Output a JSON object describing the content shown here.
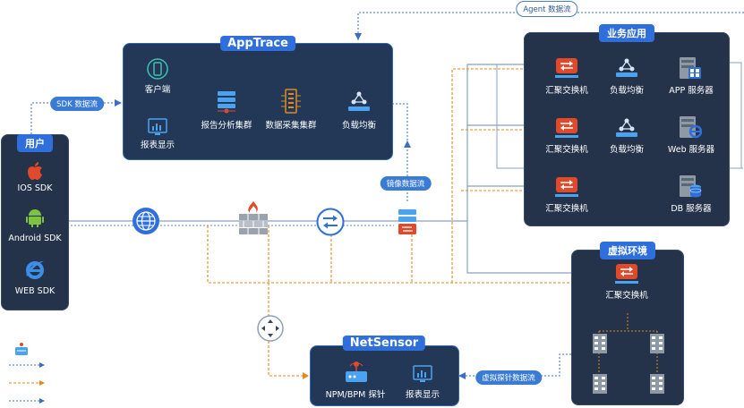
{
  "user_panel": {
    "title": "用户",
    "sdks": [
      "IOS SDK",
      "Android SDK",
      "WEB SDK"
    ]
  },
  "apptrace": {
    "title": "AppTrace",
    "client": "客户端",
    "report_display": "报表显示",
    "report_cluster": "报告分析集群",
    "collect_cluster": "数据采集集群",
    "load_balance": "负载均衡"
  },
  "business": {
    "title": "业务应用",
    "row1": [
      "汇聚交换机",
      "负载均衡",
      "APP 服务器"
    ],
    "row2": [
      "汇聚交换机",
      "负载均衡",
      "Web 服务器"
    ],
    "row3": [
      "汇聚交换机",
      "DB 服务器"
    ]
  },
  "virtual": {
    "title": "虚拟环境",
    "switch": "汇聚交换机"
  },
  "netsensor": {
    "title": "NetSensor",
    "probe": "NPM/BPM 探针",
    "report_display": "报表显示"
  },
  "flows": {
    "agent": "Agent 数据流",
    "sdk": "SDK 数据流",
    "mirror": "镜像数据流",
    "virtual_probe": "虚拟探针数据流"
  },
  "colors": {
    "panel": "#24334a",
    "accent": "#2e6fdb",
    "orange": "#e08a1e",
    "red": "#e04a2a",
    "line": "#8aa0bd"
  },
  "icons": [
    "phone-icon",
    "report-icon",
    "server-cluster-icon",
    "collector-icon",
    "load-balancer-icon",
    "switch-icon",
    "server-icon",
    "globe-icon",
    "firewall-icon",
    "router-icon",
    "apple-icon",
    "android-icon",
    "ie-icon",
    "probe-icon",
    "vm-icon"
  ]
}
